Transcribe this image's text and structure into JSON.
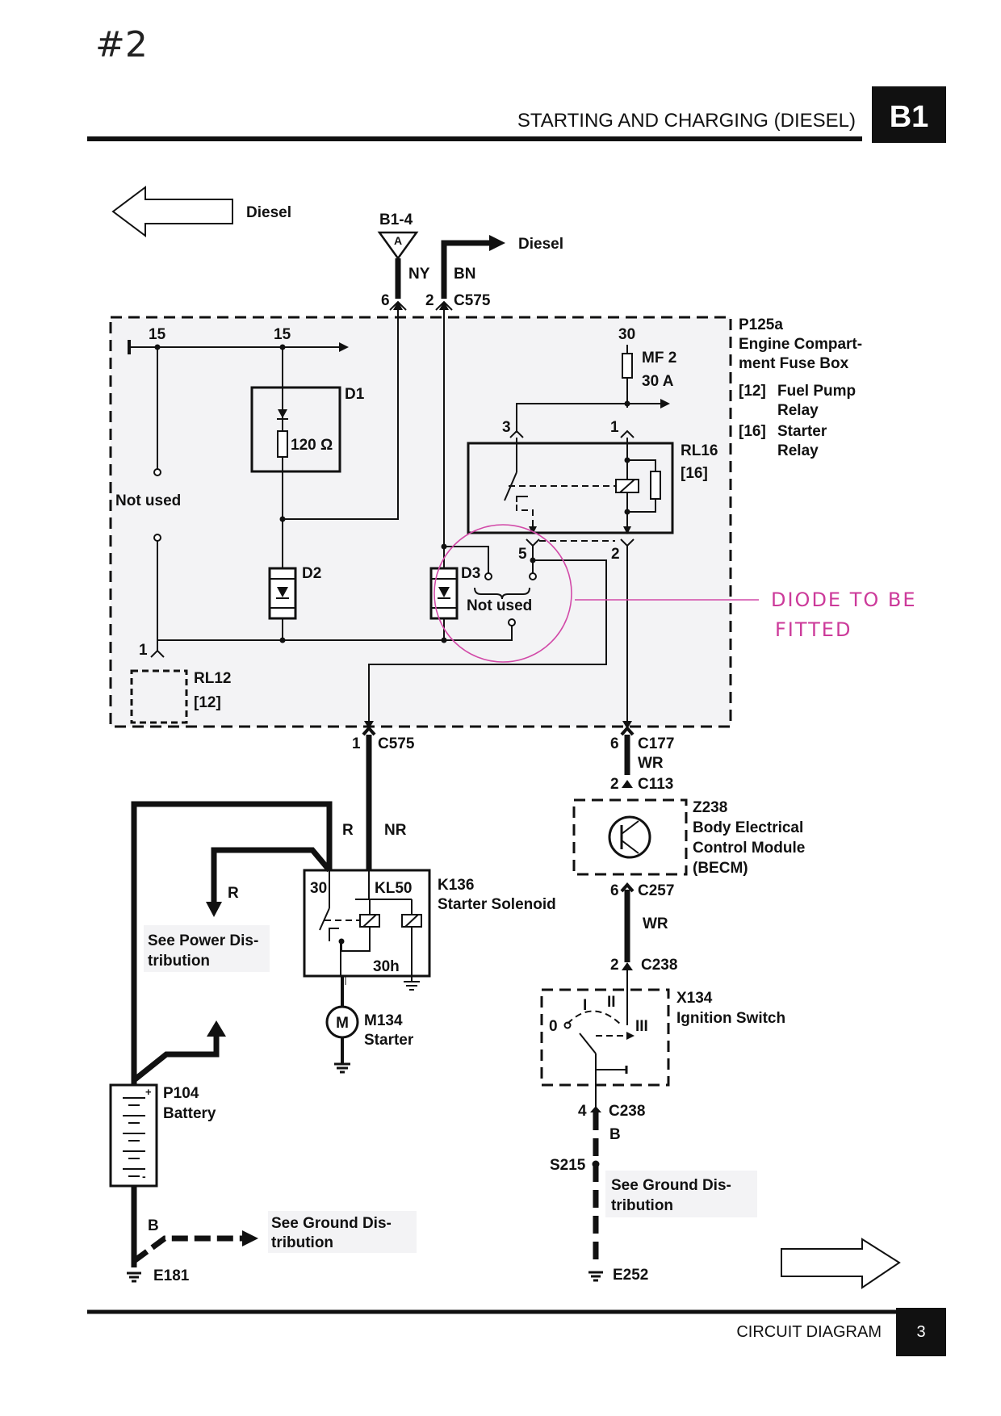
{
  "handwritten": {
    "sheet_no": "#2",
    "note": [
      "DIODE TO BE",
      "FITTED"
    ]
  },
  "header": {
    "title": "STARTING AND CHARGING (DIESEL)",
    "section": "B1"
  },
  "footer": {
    "label": "CIRCUIT DIAGRAM",
    "page": "3"
  },
  "nav": {
    "prev_label": "Diesel",
    "diesel_feed": "Diesel"
  },
  "connectors": {
    "b1_4": "B1-4",
    "b1_4_letter": "A",
    "ny": "NY",
    "bn": "BN",
    "pin6_top": "6",
    "pin2_top": "2",
    "c575_top": "C575",
    "pin1_bot": "1",
    "c575_bot": "C575",
    "pin6_c177": "6",
    "c177": "C177",
    "wr1": "WR",
    "pin2_c113": "2",
    "c113": "C113",
    "pin6_c257": "6",
    "c257": "C257",
    "wr2": "WR",
    "pin2_c238": "2",
    "c238_top": "C238",
    "pin4_c238": "4",
    "c238_bot": "C238",
    "wire_b": "B",
    "splice": "S215",
    "ground_e252": "E252",
    "r1": "R",
    "nr": "NR",
    "r2": "R",
    "batt_b": "B",
    "ground_e181": "E181"
  },
  "fuse_box": {
    "id": "P125a",
    "name": [
      "Engine Compart-",
      "ment Fuse Box"
    ],
    "legend": [
      {
        "num": "[12]",
        "text": [
          "Fuel Pump",
          "Relay"
        ]
      },
      {
        "num": "[16]",
        "text": [
          "Starter",
          "Relay"
        ]
      }
    ],
    "term15a": "15",
    "term15b": "15",
    "term30": "30",
    "fuse_id": "MF 2",
    "fuse_rating": "30 A",
    "pin3": "3",
    "pin1": "1",
    "pin5": "5",
    "pin2": "2",
    "d1": "D1",
    "resistor": "120 Ω",
    "d2": "D2",
    "d3": "D3",
    "not_used_1": "Not used",
    "not_used_2": "Not used",
    "rl16": "RL16",
    "rl16_ref": "[16]",
    "rl12": "RL12",
    "rl12_ref": "[12]",
    "rl12_pin": "1"
  },
  "becm": {
    "id": "Z238",
    "name": [
      "Body Electrical",
      "Control Module",
      "(BECM)"
    ]
  },
  "ignition": {
    "id": "X134",
    "name": "Ignition Switch",
    "pos0": "0",
    "pos1": "I",
    "pos2": "II",
    "pos3": "III"
  },
  "solenoid": {
    "id": "K136",
    "name": "Starter Solenoid",
    "t30": "30",
    "kl50": "KL50",
    "t30h": "30h"
  },
  "starter": {
    "id": "M134",
    "name": "Starter",
    "symbol": "M"
  },
  "battery": {
    "id": "P104",
    "name": "Battery",
    "plus": "+",
    "minus": "-"
  },
  "refs": {
    "power": [
      "See Power Dis-",
      "tribution"
    ],
    "ground_left": [
      "See Ground Dis-",
      "tribution"
    ],
    "ground_right": [
      "See Ground Dis-",
      "tribution"
    ]
  }
}
